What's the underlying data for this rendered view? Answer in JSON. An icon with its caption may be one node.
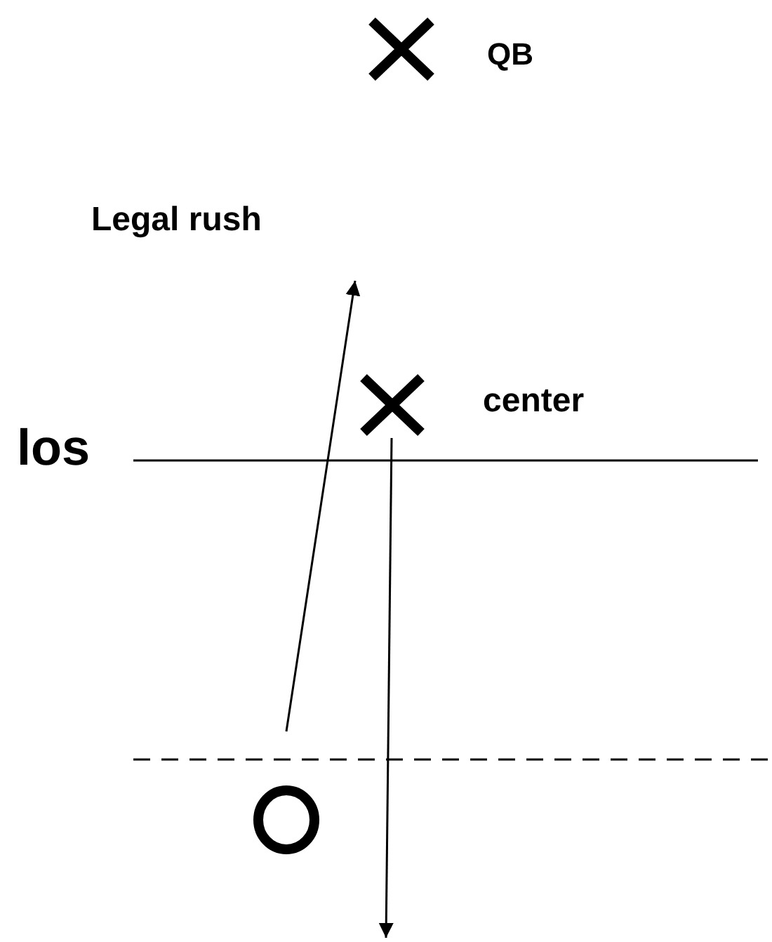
{
  "diagram": {
    "nodes": [
      {
        "text": [],
        "shape": "cross",
        "beside": [
          "QB"
        ]
      },
      {
        "text": [
          "Legal rush"
        ]
      },
      {
        "text": [],
        "shape": "cross",
        "beside": [
          "center"
        ]
      },
      {
        "text": [],
        "shape": "circle"
      }
    ],
    "edges": [
      {
        "from": null,
        "to": 1,
        "arrow": "to"
      },
      {
        "from": 2,
        "to": null,
        "arrow": "to"
      }
    ],
    "labels": [
      "los"
    ]
  }
}
